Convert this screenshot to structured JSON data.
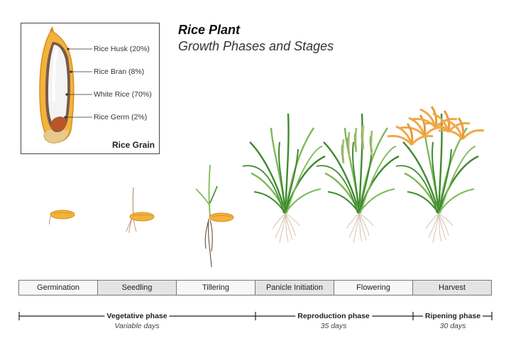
{
  "title": {
    "main": "Rice Plant",
    "sub": "Growth Phases and Stages"
  },
  "grain": {
    "title": "Rice Grain",
    "parts": [
      {
        "label": "Rice Husk (20%)"
      },
      {
        "label": "Rice Bran (8%)"
      },
      {
        "label": "White Rice (70%)"
      },
      {
        "label": "Rice Germ (2%)"
      }
    ]
  },
  "stages": [
    "Germination",
    "Seedling",
    "Tillering",
    "Panicle Initiation",
    "Flowering",
    "Harvest"
  ],
  "phases": [
    {
      "name": "Vegetative phase",
      "days": "Variable days"
    },
    {
      "name": "Reproduction phase",
      "days": "35 days"
    },
    {
      "name": "Ripening phase",
      "days": "30 days"
    }
  ],
  "colors": {
    "husk": "#f2b33d",
    "husk_edge": "#d98f1d",
    "bran": "#7a5a4a",
    "white_rice": "#f3f3f3",
    "germ": "#b8562a",
    "leaf_dark": "#3f8a2f",
    "leaf_light": "#7db957",
    "root": "#d8c2b0",
    "panicle_ripe": "#f0a848",
    "panicle_green": "#a9c47a"
  }
}
